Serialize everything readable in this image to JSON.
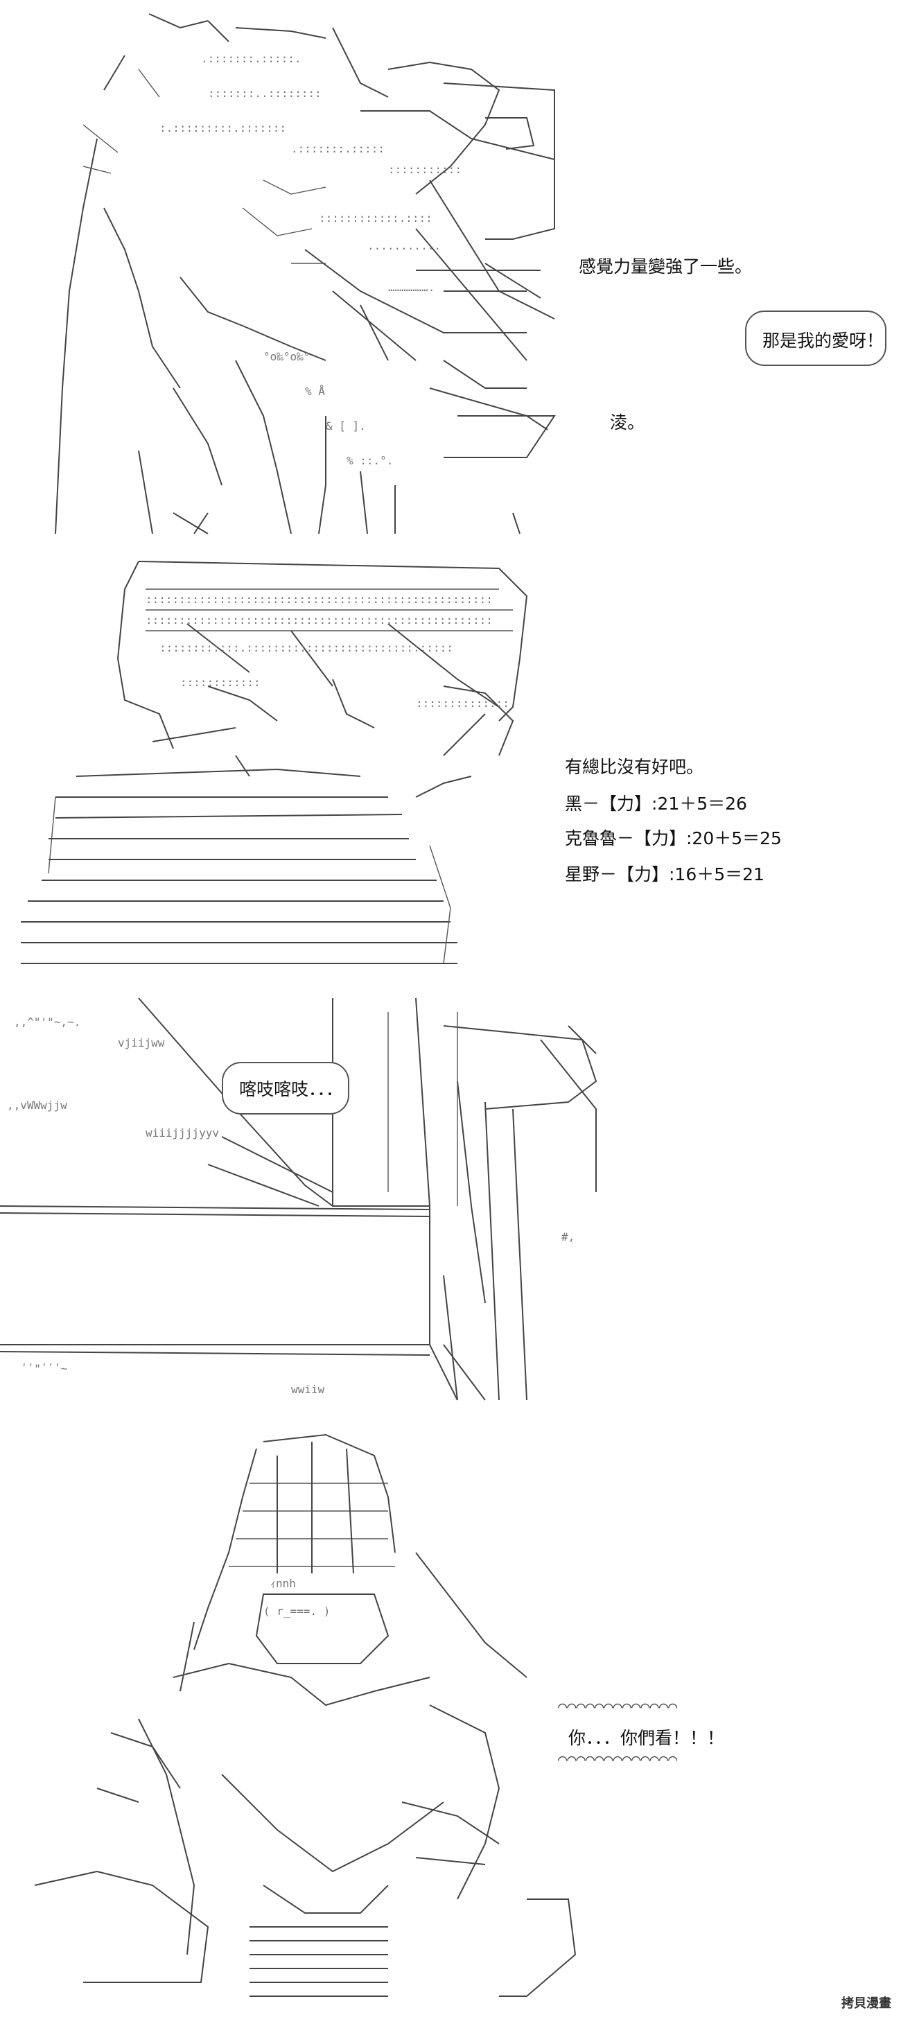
{
  "panel1": {
    "narration": "感覺力量變強了一些。",
    "bubble": "那是我的愛呀！",
    "sfx": "淩。"
  },
  "panel2": {
    "narration": "有總比沒有好吧。",
    "stats": [
      "黑－【力】:21＋5＝26",
      "克魯魯－【力】:20＋5＝25",
      "星野－【力】:16＋5＝21"
    ]
  },
  "panel3": {
    "bubble": "喀吱喀吱．．．"
  },
  "panel4": {
    "bubble": "你．．．你們看！！！"
  },
  "watermark": "拷貝漫畫"
}
